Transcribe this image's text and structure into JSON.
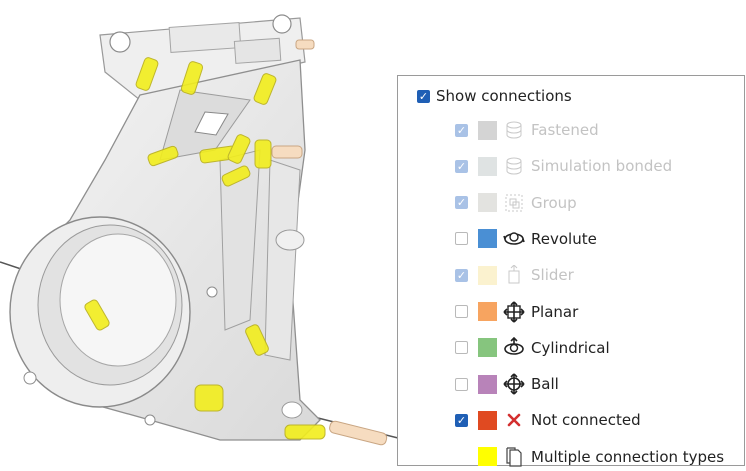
{
  "panel": {
    "header": {
      "label": "Show connections",
      "checked": true
    },
    "items": [
      {
        "label": "Fastened",
        "checked": true,
        "enabled": false,
        "swatch": "#d4d4d4",
        "icon": "fastened-cylinder-icon"
      },
      {
        "label": "Simulation bonded",
        "checked": true,
        "enabled": false,
        "swatch": "#dfe3e3",
        "icon": "simulation-bonded-cylinder-icon"
      },
      {
        "label": "Group",
        "checked": true,
        "enabled": false,
        "swatch": "#e3e3e0",
        "icon": "group-dashed-icon"
      },
      {
        "label": "Revolute",
        "checked": false,
        "enabled": true,
        "swatch": "#4a8fd4",
        "icon": "revolute-icon"
      },
      {
        "label": "Slider",
        "checked": true,
        "enabled": false,
        "swatch": "#fbf2cf",
        "icon": "slider-icon"
      },
      {
        "label": "Planar",
        "checked": false,
        "enabled": true,
        "swatch": "#f7a460",
        "icon": "planar-icon"
      },
      {
        "label": "Cylindrical",
        "checked": false,
        "enabled": true,
        "swatch": "#86c57e",
        "icon": "cylindrical-icon"
      },
      {
        "label": "Ball",
        "checked": false,
        "enabled": true,
        "swatch": "#b883b9",
        "icon": "ball-icon"
      },
      {
        "label": "Not connected",
        "checked": true,
        "enabled": true,
        "swatch": "#e04a21",
        "icon": "red-x-icon"
      },
      {
        "label": "Multiple connection types",
        "checked": null,
        "enabled": true,
        "swatch": "#ffff00",
        "icon": "document-icon"
      }
    ]
  },
  "colors": {
    "checkbox": "#1f5fb5",
    "highlight": "#f2ee1c",
    "notConnectedX": "#d32f2f"
  }
}
